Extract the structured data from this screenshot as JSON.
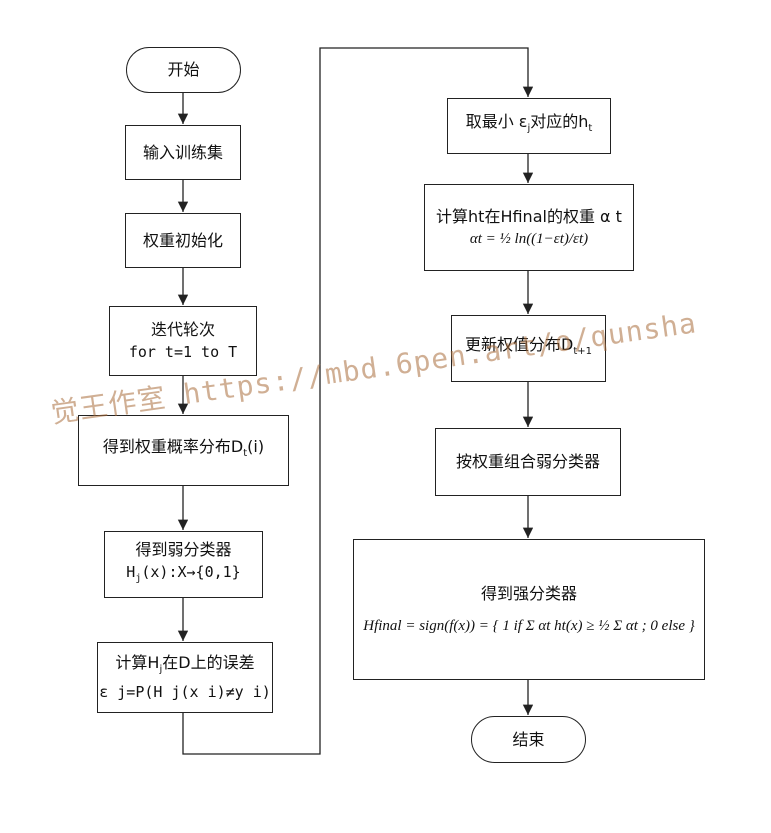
{
  "nodes": {
    "start": "开始",
    "input_train": "输入训练集",
    "init_weights": "权重初始化",
    "iterate_title": "迭代轮次",
    "iterate_for": "for t=1 to T",
    "get_dist_pre": "得到权重概率分布D",
    "get_dist_sub": "t",
    "get_dist_post": "(i)",
    "weak_title": "得到弱分类器",
    "weak_map_pre": "H",
    "weak_map_sub": "j",
    "weak_map_post": "(x):X→{0,1}",
    "err_title_pre": "计算H",
    "err_title_sub": "j",
    "err_title_post": "在D上的误差",
    "err_formula": "ε j=P(H j(x i)≠y i)",
    "min_pre": "取最小 ε",
    "min_sub": "j",
    "min_mid": "对应的h",
    "min_sub2": "t",
    "alpha_title": "计算ht在Hfinal的权重 α t",
    "alpha_formula": "αt = ½ ln((1−εt)/εt)",
    "update_pre": "更新权值分布D",
    "update_sub": "t+1",
    "combine": "按权重组合弱分类器",
    "strong_title": "得到强分类器",
    "strong_formula": "Hfinal = sign(f(x)) = { 1 if Σ αt ht(x) ≥ ½ Σ αt ; 0 else }",
    "end": "结束"
  },
  "watermark": "觉王作室 https://mbd.6pen.art/o/qunsha"
}
